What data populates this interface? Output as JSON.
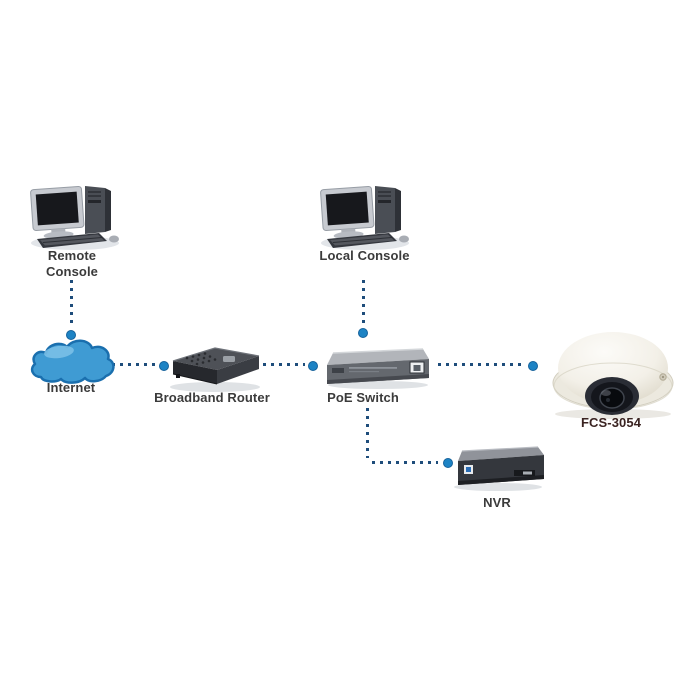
{
  "diagram": {
    "background": "#ffffff",
    "nodes": {
      "remote_console": {
        "label": "Remote Console",
        "icon": "desktop-computer-icon"
      },
      "local_console": {
        "label": "Local Console",
        "icon": "desktop-computer-icon"
      },
      "internet": {
        "label": "Internet",
        "icon": "cloud-icon"
      },
      "broadband_router": {
        "label": "Broadband Router",
        "icon": "router-icon"
      },
      "poe_switch": {
        "label": "PoE Switch",
        "icon": "poe-switch-icon"
      },
      "camera": {
        "label": "FCS-3054",
        "icon": "dome-camera-icon"
      },
      "nvr": {
        "label": "NVR",
        "icon": "nvr-icon"
      }
    },
    "connections": [
      {
        "from": "remote_console",
        "to": "internet",
        "style": "dotted"
      },
      {
        "from": "internet",
        "to": "broadband_router",
        "style": "dotted"
      },
      {
        "from": "broadband_router",
        "to": "poe_switch",
        "style": "dotted"
      },
      {
        "from": "local_console",
        "to": "poe_switch",
        "style": "dotted"
      },
      {
        "from": "poe_switch",
        "to": "camera",
        "style": "dotted"
      },
      {
        "from": "poe_switch",
        "to": "nvr",
        "style": "dotted"
      }
    ],
    "colors": {
      "link_dot": "#1e4d7b",
      "link_endpoint": "#1d83c4",
      "cloud_fill": "#3f9bd3",
      "cloud_outline": "#1a6fae",
      "label_text": "#3b3b3b",
      "camera_label_text": "#3a2321"
    }
  }
}
